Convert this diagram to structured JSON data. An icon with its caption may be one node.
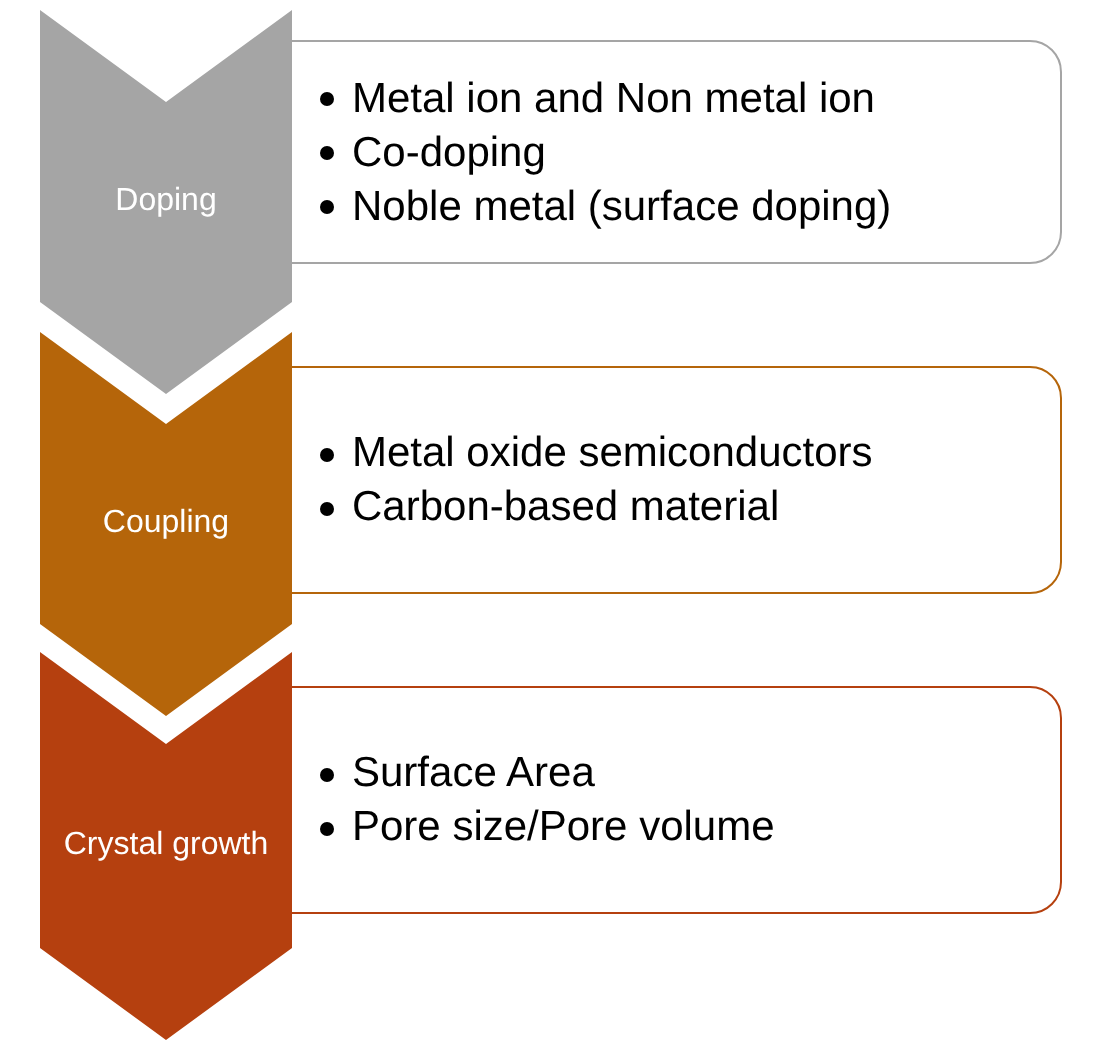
{
  "diagram": {
    "nodes": [
      {
        "text": [
          "Doping"
        ]
      },
      {
        "text": [
          "Metal ion and Non metal ion",
          "Co-doping",
          "Noble metal (surface doping)"
        ]
      },
      {
        "text": [
          "Coupling"
        ]
      },
      {
        "text": [
          "Metal oxide semiconductors",
          "Carbon-based material"
        ]
      },
      {
        "text": [
          "Crystal growth"
        ]
      },
      {
        "text": [
          "Surface Area",
          "Pore size/Pore volume"
        ]
      }
    ]
  }
}
